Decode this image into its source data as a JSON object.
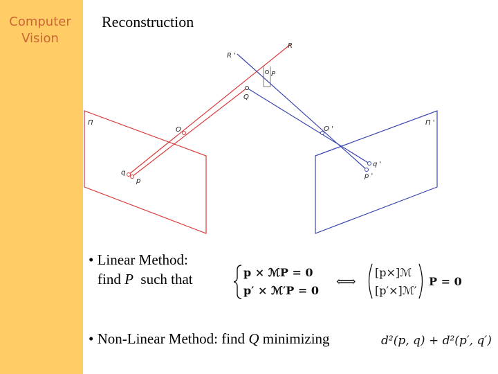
{
  "sidebar": {
    "line1": "Computer",
    "line2": "Vision"
  },
  "slide": {
    "title": "Reconstruction"
  },
  "diagram": {
    "labels": {
      "R": "R",
      "R_prime": "R '",
      "P": "P",
      "Q": "Q",
      "O": "O",
      "O_prime": "O '",
      "Pi": "Π",
      "Pi_prime": "Π '",
      "q": "q",
      "p": "p",
      "q_prime": "q '",
      "p_prime": "p '"
    },
    "colors": {
      "left_camera": "#d93a3a",
      "right_camera": "#3a45b0",
      "sidebar": "#ffcc66",
      "sidebar_text": "#cc6633"
    }
  },
  "bullets": {
    "linear_line1": "• Linear Method:",
    "linear_line2_a": "find ",
    "linear_line2_var": "P",
    "linear_line2_b": "  such that",
    "nonlinear_a": "• Non-Linear Method: find ",
    "nonlinear_var": "Q",
    "nonlinear_b": " minimizing"
  },
  "equations": {
    "eq1_lhs": "p × ℳP = 0",
    "eq2_lhs": "p′ × ℳ′P = 0",
    "iff": "⟺",
    "matrix_row1": "[p×]ℳ",
    "matrix_row2": "[p′×]ℳ′",
    "matrix_rhs": "P = 0",
    "minimize": "d²(p, q) + d²(p′, q′)"
  }
}
